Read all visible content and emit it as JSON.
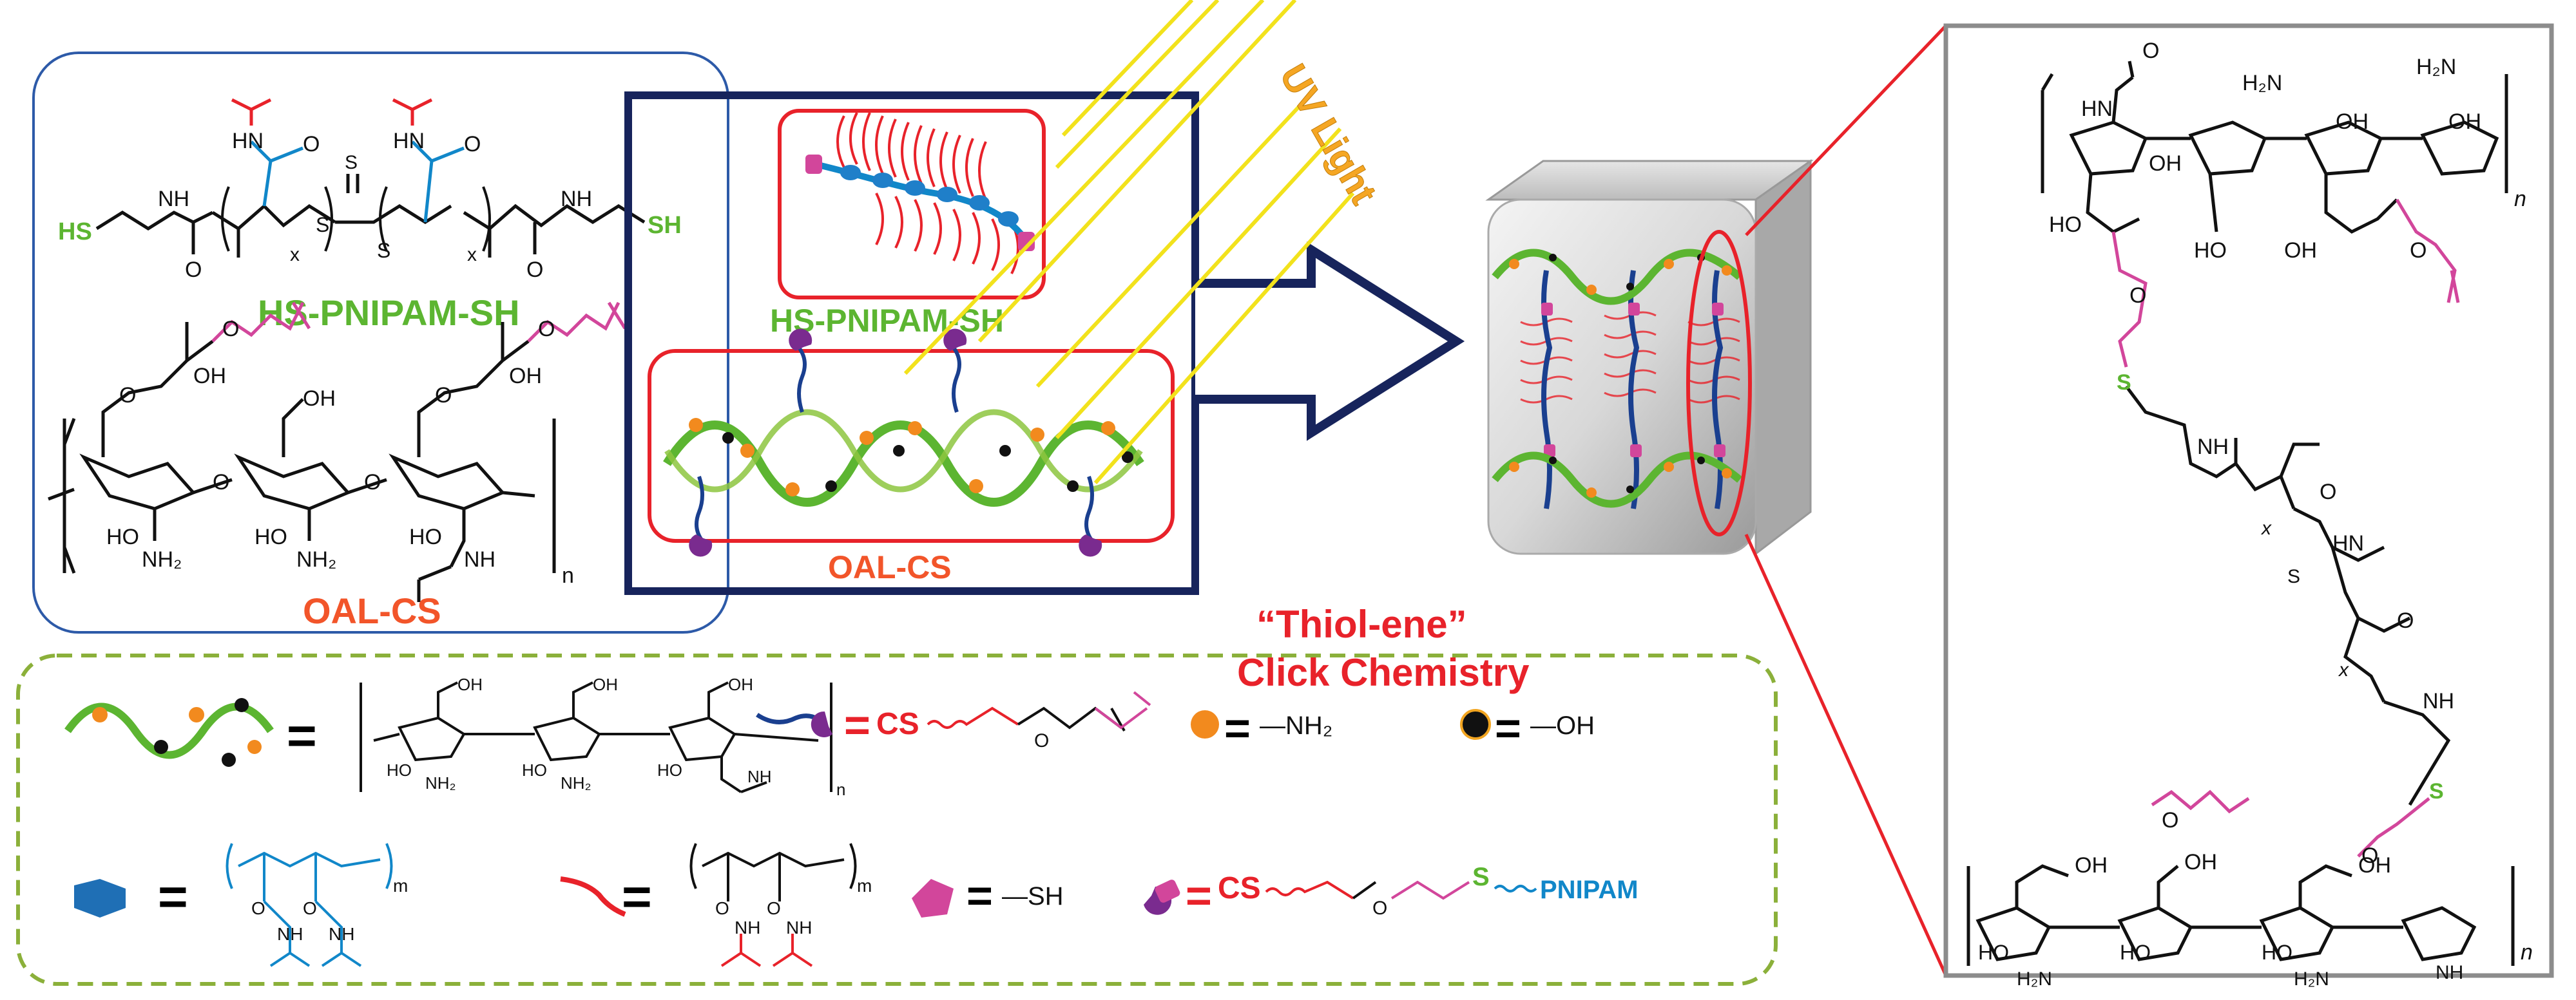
{
  "colors": {
    "green": "#5cb531",
    "orange": "#f28a1e",
    "red": "#e8222a",
    "navy": "#17245c",
    "blue": "#1187c9",
    "magenta": "#d2469b",
    "purple": "#7a2b8f",
    "yellow": "#f2e21c",
    "gray_frame": "#8c8c8c"
  },
  "left_panel": {
    "polymer_label": "HS-PNIPAM-SH",
    "chitosan_label": "OAL-CS",
    "groups": {
      "sh": "HS",
      "sh_right": "SH",
      "nh": "NH",
      "hn": "HN",
      "o": "O",
      "s": "S",
      "x": "x",
      "n": "n",
      "oh": "OH",
      "ho": "HO",
      "nh2": "NH₂"
    }
  },
  "center_panel": {
    "polymer_label": "HS-PNIPAM-SH",
    "chitosan_label": "OAL-CS",
    "uv_label": "UV Light",
    "reaction_line1": "“Thiol-ene”",
    "reaction_line2": "Click Chemistry"
  },
  "legend": {
    "equals": "=",
    "nh2": "—NH₂",
    "oh": "—OH",
    "sh": "—SH",
    "cs": "CS",
    "pnipam": "PNIPAM",
    "m": "m",
    "n": "n",
    "nh": "NH",
    "o": "O",
    "s": "S"
  },
  "right_panel": {
    "n": "n",
    "x": "x",
    "nh2": "H₂N",
    "hn": "HN",
    "nh": "NH",
    "oh": "OH",
    "ho": "HO",
    "s": "S",
    "o": "O"
  }
}
